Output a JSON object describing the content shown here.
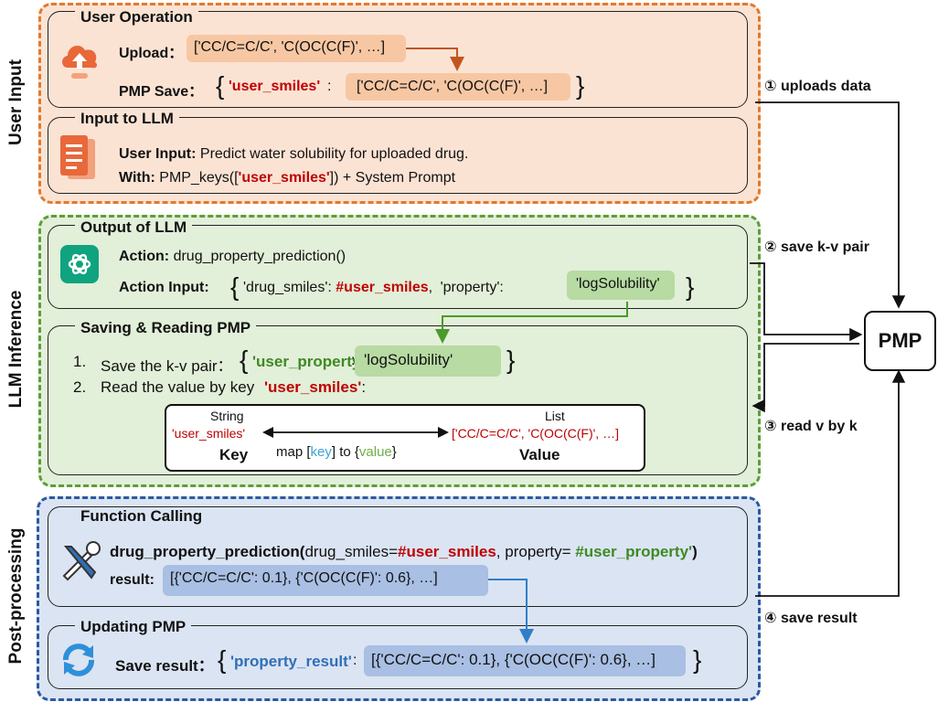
{
  "sections": {
    "user_input": "User Input",
    "llm_inference": "LLM Inference",
    "post_processing": "Post-processing"
  },
  "user_operation": {
    "title": "User Operation",
    "upload_label": "Upload：",
    "upload_value": "['CC/C=C/C', 'C(OC(C(F)', …]",
    "pmp_save_label": "PMP Save：",
    "open_brace": "{",
    "close_brace": "}",
    "key": "'user_smiles'",
    "colon": ":",
    "value": "['CC/C=C/C', 'C(OC(C(F)', …]"
  },
  "input_to_llm": {
    "title": "Input to LLM",
    "user_input_label": "User Input:",
    "user_input_text": "Predict water solubility for uploaded drug.",
    "with_label": "With:",
    "with_prefix": "PMP_keys([",
    "with_key": "'user_smiles'",
    "with_suffix": "]) + System Prompt"
  },
  "output_of_llm": {
    "title": "Output of LLM",
    "action_label": "Action:",
    "action_value": "drug_property_prediction()",
    "action_input_label": "Action Input:",
    "open_brace": "{",
    "close_brace": "}",
    "arg1": "'drug_smiles':",
    "arg1_value": "#user_smiles",
    "comma": ",",
    "arg2": "'property':",
    "arg2_value": "'logSolubility'"
  },
  "saving_reading": {
    "title": "Saving & Reading PMP",
    "step1_num": "1.",
    "step1_text": "Save the k-v pair：",
    "step1_key": "'user_property'",
    "step1_colon": ":",
    "step1_value": "'logSolubility'",
    "step2_num": "2.",
    "step2_text": "Read the value by key",
    "step2_key": "'user_smiles'",
    "step2_colon": ":",
    "map": {
      "string_label": "String",
      "list_label": "List",
      "key_example": "'user_smiles'",
      "value_example": "['CC/C=C/C', 'C(OC(C(F)', …]",
      "key_label": "Key",
      "value_label": "Value",
      "map_text": "map [",
      "map_key": "key",
      "map_mid": "] to {",
      "map_value": "value",
      "map_end": "}"
    }
  },
  "function_calling": {
    "title": "Function Calling",
    "fn_name": "drug_property_prediction(",
    "arg1": "drug_smiles=",
    "arg1_value": "#user_smiles",
    "arg2": ", property=",
    "arg2_value": " #user_property'",
    "close": ")",
    "result_label": "result:",
    "result_value": "[{'CC/C=C/C': 0.1}, {'C(OC(C(F)': 0.6}, …]"
  },
  "updating_pmp": {
    "title": "Updating PMP",
    "label": "Save result：",
    "open_brace": "{",
    "close_brace": "}",
    "key": "'property_result'",
    "colon": ":",
    "value": "[{'CC/C=C/C': 0.1}, {'C(OC(C(F)': 0.6}, …]"
  },
  "pmp": "PMP",
  "steps": {
    "s1": "① uploads data",
    "s2": "② save  k-v pair",
    "s3": "③ read v by k",
    "s4": "④ save result"
  },
  "colors": {
    "user_bg": "#fbe3d4",
    "user_border": "#e07a2e",
    "llm_bg": "#e2efd9",
    "llm_border": "#5c9e3a",
    "post_bg": "#dbe4f3",
    "post_border": "#2c5a9e",
    "red": "#c00000",
    "green": "#3e8a23",
    "blue": "#2f6fb8"
  },
  "icons": [
    "cloud-upload-icon",
    "document-icon",
    "openai-icon",
    "tools-icon",
    "refresh-icon"
  ]
}
